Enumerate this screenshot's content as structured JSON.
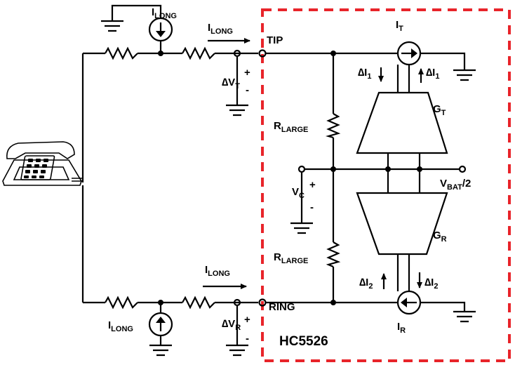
{
  "labels": {
    "i_long_source_top": {
      "main": "I",
      "sub": "LONG"
    },
    "i_long_arrow_top": {
      "main": "I",
      "sub": "LONG"
    },
    "tip": "TIP",
    "delta_vt": {
      "delta": "∆V",
      "sub": "T",
      "plus": "+",
      "minus": "-"
    },
    "i_t": {
      "main": "I",
      "sub": "T"
    },
    "delta_i1_left": {
      "delta": "∆I",
      "sub": "1"
    },
    "delta_i1_right": {
      "delta": "∆I",
      "sub": "1"
    },
    "g_t": {
      "main": "G",
      "sub": "T"
    },
    "r_large_top": {
      "main": "R",
      "sub": "LARGE"
    },
    "v_c": {
      "main": "V",
      "sub": "C",
      "plus": "+",
      "minus": "-"
    },
    "v_bat": {
      "main": "V",
      "sub": "BAT",
      "suffix": "/2"
    },
    "g_r": {
      "main": "G",
      "sub": "R"
    },
    "r_large_bottom": {
      "main": "R",
      "sub": "LARGE"
    },
    "i_long_arrow_bottom": {
      "main": "I",
      "sub": "LONG"
    },
    "delta_i2_left": {
      "delta": "∆I",
      "sub": "2"
    },
    "delta_i2_right": {
      "delta": "∆I",
      "sub": "2"
    },
    "ring": "RING",
    "i_long_source_bottom": {
      "main": "I",
      "sub": "LONG"
    },
    "delta_vr": {
      "delta": "∆V",
      "sub": "R",
      "plus": "+",
      "minus": "-"
    },
    "i_r": {
      "main": "I",
      "sub": "R"
    },
    "chip_name": "HC5526"
  },
  "colors": {
    "wire": "#000000",
    "chip_boundary": "#e8242a",
    "background": "#ffffff"
  },
  "icons": [
    "telephone-icon",
    "ground-icon",
    "current-source-icon",
    "resistor-icon",
    "transconductance-amplifier-icon"
  ]
}
